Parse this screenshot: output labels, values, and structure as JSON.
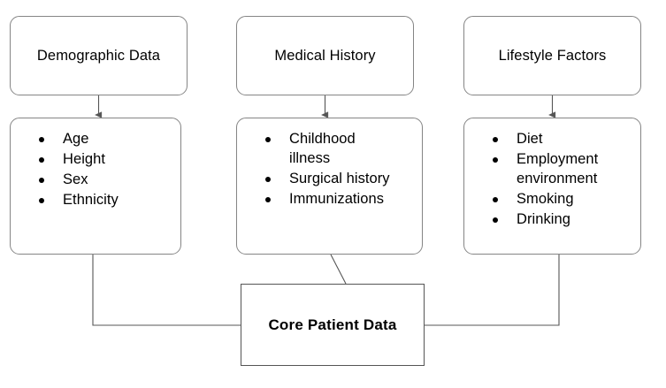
{
  "diagram": {
    "title_boxes": [
      {
        "label": "Demographic Data"
      },
      {
        "label": "Medical History"
      },
      {
        "label": "Lifestyle Factors"
      }
    ],
    "list_boxes": [
      {
        "items": [
          "Age",
          "Height",
          "Sex",
          "Ethnicity"
        ]
      },
      {
        "items": [
          "Childhood illness",
          "Surgical history",
          "Immunizations"
        ]
      },
      {
        "items": [
          "Diet",
          "Employment environment",
          "Smoking",
          "Drinking"
        ]
      }
    ],
    "core_box": {
      "label": "Core Patient Data"
    },
    "colors": {
      "box_stroke": "#858585",
      "core_stroke": "#555555",
      "connector": "#555555",
      "text": "#000000",
      "background": "#ffffff"
    }
  }
}
